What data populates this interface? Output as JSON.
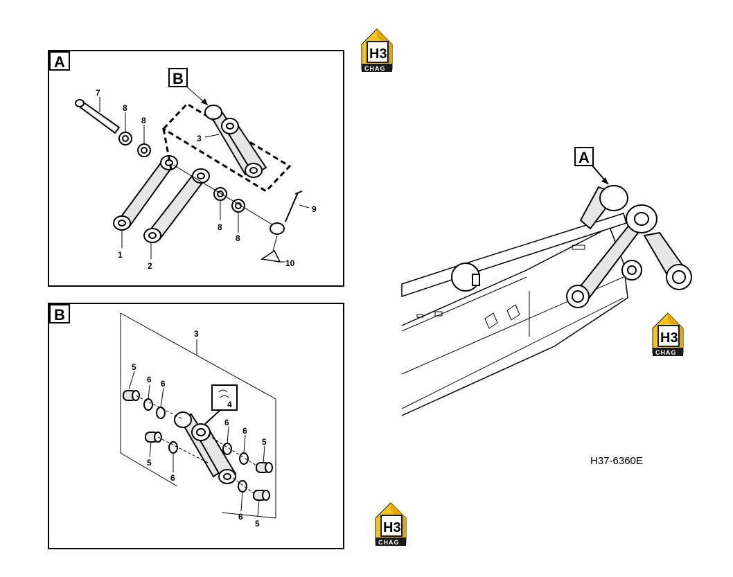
{
  "panels": {
    "a": {
      "label": "A"
    },
    "b": {
      "label": "B"
    }
  },
  "detail_callouts": {
    "a_to_b": "B",
    "machine_to_a": "A"
  },
  "panel_a_parts": {
    "p1": "1",
    "p2": "2",
    "p3": "3",
    "p7": "7",
    "p8a": "8",
    "p8b": "8",
    "p8c": "8",
    "p8d": "8",
    "p9": "9",
    "p10": "10"
  },
  "panel_b_parts": {
    "p3": "3",
    "p4": "4",
    "p5a": "5",
    "p5b": "5",
    "p5c": "5",
    "p5d": "5",
    "p6a": "6",
    "p6b": "6",
    "p6c": "6",
    "p6d": "6",
    "p6e": "6",
    "p6f": "6"
  },
  "drawing_number": "H37-6360E",
  "logo": {
    "mark": "H3",
    "sub": "CHAG",
    "accent": "#f5c518",
    "dark": "#1a1a1a"
  }
}
